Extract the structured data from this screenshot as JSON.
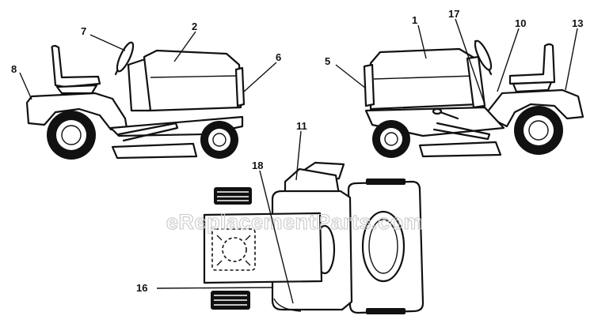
{
  "watermark": "eReplacementParts.com",
  "callouts": [
    {
      "id": "c1",
      "label": "1"
    },
    {
      "id": "c2",
      "label": "2"
    },
    {
      "id": "c5",
      "label": "5"
    },
    {
      "id": "c6",
      "label": "6"
    },
    {
      "id": "c7",
      "label": "7"
    },
    {
      "id": "c8",
      "label": "8"
    },
    {
      "id": "c10",
      "label": "10"
    },
    {
      "id": "c11",
      "label": "11"
    },
    {
      "id": "c13",
      "label": "13"
    },
    {
      "id": "c16",
      "label": "16"
    },
    {
      "id": "c17",
      "label": "17"
    },
    {
      "id": "c18",
      "label": "18"
    }
  ]
}
